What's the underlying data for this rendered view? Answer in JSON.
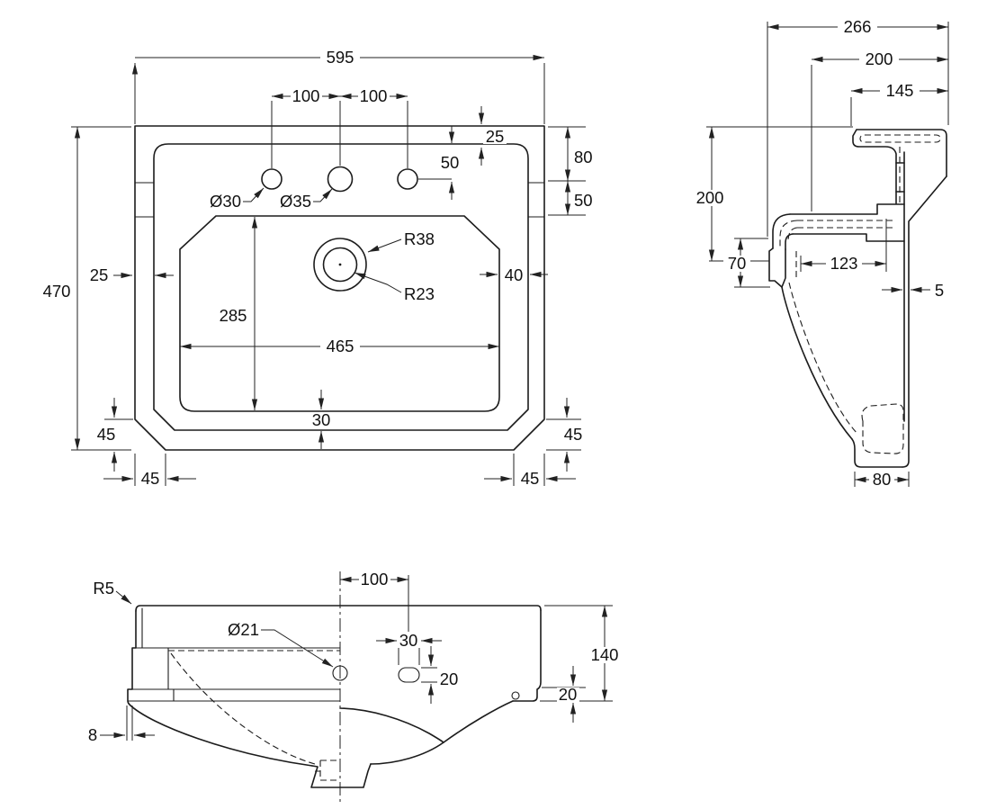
{
  "colors": {
    "line": "#1c1c1c",
    "dim": "#222222",
    "background": "#ffffff"
  },
  "plan": {
    "d595": "595",
    "d100a": "100",
    "d100b": "100",
    "d25top": "25",
    "d50hole": "50",
    "d80": "80",
    "d50right": "50",
    "d470": "470",
    "d25left": "25",
    "d40": "40",
    "d285": "285",
    "d465": "465",
    "d30": "30",
    "d45lv": "45",
    "d45rv": "45",
    "d45bl": "45",
    "d45br": "45",
    "dia30": "Ø30",
    "dia35": "Ø35",
    "r38": "R38",
    "r23": "R23"
  },
  "side": {
    "d266": "266",
    "d200t": "200",
    "d145": "145",
    "d200l": "200",
    "d70": "70",
    "d123": "123",
    "d5": "5",
    "d80": "80"
  },
  "front": {
    "r5": "R5",
    "dia21": "Ø21",
    "d100": "100",
    "d30": "30",
    "d20slot": "20",
    "d140": "140",
    "d20right": "20",
    "d8": "8"
  }
}
